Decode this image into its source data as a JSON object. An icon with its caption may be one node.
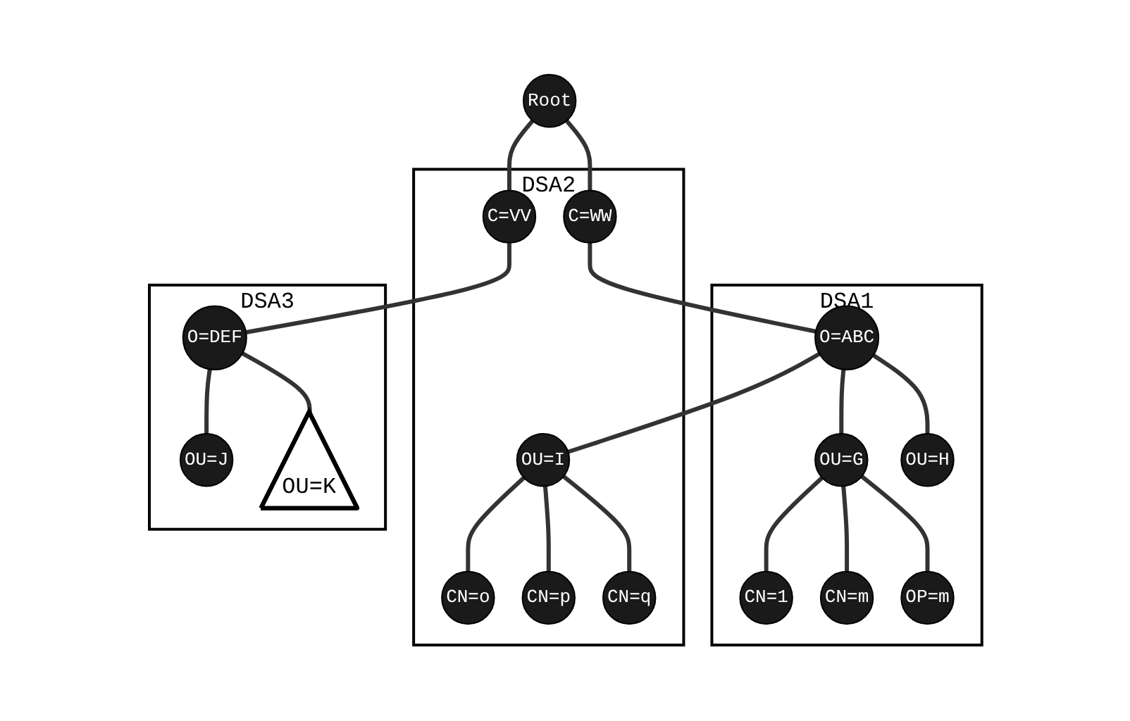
{
  "diagram": {
    "nodes": [
      {
        "text": [
          "DSA1"
        ]
      },
      {
        "text": [
          "DSA2"
        ]
      },
      {
        "text": [
          "DSA3"
        ]
      },
      {
        "text": [
          "Root"
        ]
      },
      {
        "text": [
          "C=WW"
        ],
        "in": 1
      },
      {
        "text": [
          "C=VV"
        ],
        "in": 1
      },
      {
        "text": [
          "O=ABC"
        ],
        "in": 0
      },
      {
        "text": [
          "OU=G"
        ],
        "in": 0
      },
      {
        "text": [
          "OU=H"
        ],
        "in": 0
      },
      {
        "text": [
          "OU=I"
        ],
        "in": 1
      },
      {
        "text": [
          "CN=1"
        ],
        "in": 0
      },
      {
        "text": [
          "CN=m"
        ],
        "in": 0
      },
      {
        "text": [
          "OP=m"
        ],
        "in": 0
      },
      {
        "text": [
          "CN=o"
        ],
        "in": 1
      },
      {
        "text": [
          "CN=p"
        ],
        "in": 1
      },
      {
        "text": [
          "CN=q"
        ],
        "in": 1
      },
      {
        "text": [
          "O=DEF"
        ],
        "in": 2
      },
      {
        "text": [
          "OU=J"
        ],
        "in": 2
      },
      {
        "text": [
          "OU=K"
        ],
        "in": 2
      }
    ],
    "edges": [
      {
        "from": 3,
        "to": 4,
        "arrow": "none"
      },
      {
        "from": 3,
        "to": 5,
        "arrow": "none"
      },
      {
        "from": 4,
        "to": 6,
        "arrow": "none"
      },
      {
        "from": 5,
        "to": 16,
        "arrow": "none"
      },
      {
        "from": 6,
        "to": 7,
        "arrow": "none"
      },
      {
        "from": 6,
        "to": 8,
        "arrow": "none"
      },
      {
        "from": 6,
        "to": 9,
        "arrow": "none"
      },
      {
        "from": 7,
        "to": 10,
        "arrow": "none"
      },
      {
        "from": 7,
        "to": 11,
        "arrow": "none"
      },
      {
        "from": 7,
        "to": 12,
        "arrow": "none"
      },
      {
        "from": 9,
        "to": 13,
        "arrow": "none"
      },
      {
        "from": 9,
        "to": 14,
        "arrow": "none"
      },
      {
        "from": 9,
        "to": 15,
        "arrow": "none"
      },
      {
        "from": 16,
        "to": 17,
        "arrow": "none"
      },
      {
        "from": 16,
        "to": 18,
        "arrow": "none"
      }
    ]
  }
}
